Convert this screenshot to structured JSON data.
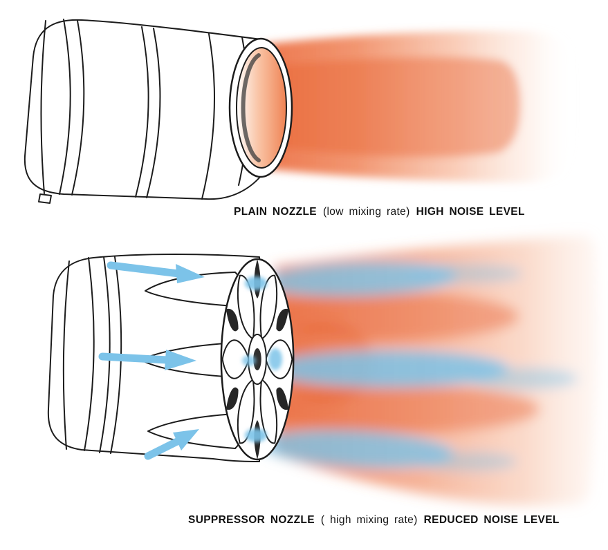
{
  "page": {
    "title": "Nozzle mixing and noise comparison diagram",
    "background": "#ffffff"
  },
  "colors": {
    "line": "#1c1c1c",
    "text": "#111111",
    "exhaust_orange": "#ec6c3e",
    "mixing_blue": "#7cc3e9"
  },
  "figures": {
    "plain": {
      "name": "PLAIN NOZZLE",
      "qualifier": "(low mixing rate)",
      "result": "HIGH NOISE LEVEL"
    },
    "suppressor": {
      "name": "SUPPRESSOR NOZZLE",
      "qualifier": "( high mixing rate)",
      "result": "REDUCED NOISE LEVEL"
    }
  }
}
